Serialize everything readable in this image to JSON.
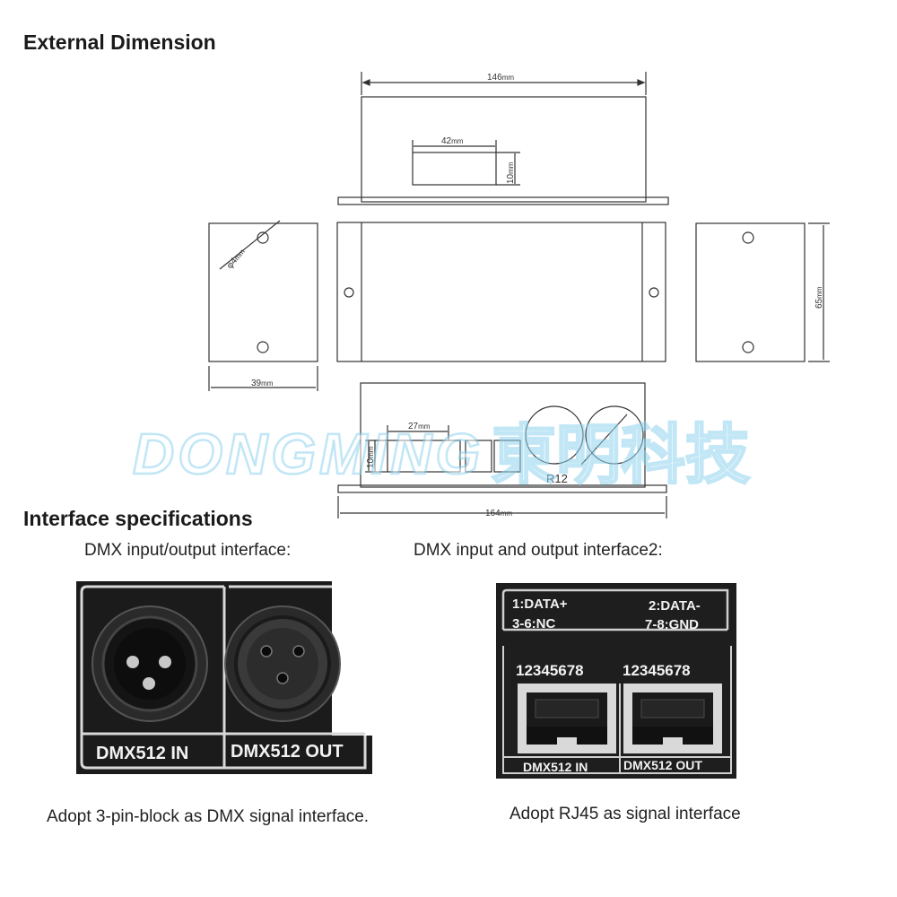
{
  "sections": {
    "external_dimension_title": "External Dimension",
    "interface_specs_title": "Interface specifications"
  },
  "dimensions": {
    "top_width": "146",
    "top_window_width": "42",
    "top_window_height": "10",
    "side_hole": "φ4",
    "side_depth": "39",
    "right_height": "65",
    "bottom_block_width": "27",
    "bottom_block_height": "10",
    "bottom_width": "164",
    "unit": "mm",
    "knob_label": "R12"
  },
  "watermark": {
    "latin": "DONGMING",
    "cjk": "東明科技",
    "color": "#8fd3ee"
  },
  "interfaces": {
    "xlr": {
      "title": "DMX input/output interface:",
      "in_label": "DMX512  IN",
      "out_label": "DMX512  OUT",
      "caption": "Adopt 3-pin-block as DMX signal interface."
    },
    "rj45": {
      "title": "DMX input and output interface2:",
      "pin1": "1:DATA+",
      "pin2": "2:DATA-",
      "pin36": "3-6:NC",
      "pin78": "7-8:GND",
      "pins_left": "12345678",
      "pins_right": "12345678",
      "in_label": "DMX512 IN",
      "out_label": "DMX512 OUT",
      "caption": "Adopt RJ45 as signal interface"
    }
  }
}
